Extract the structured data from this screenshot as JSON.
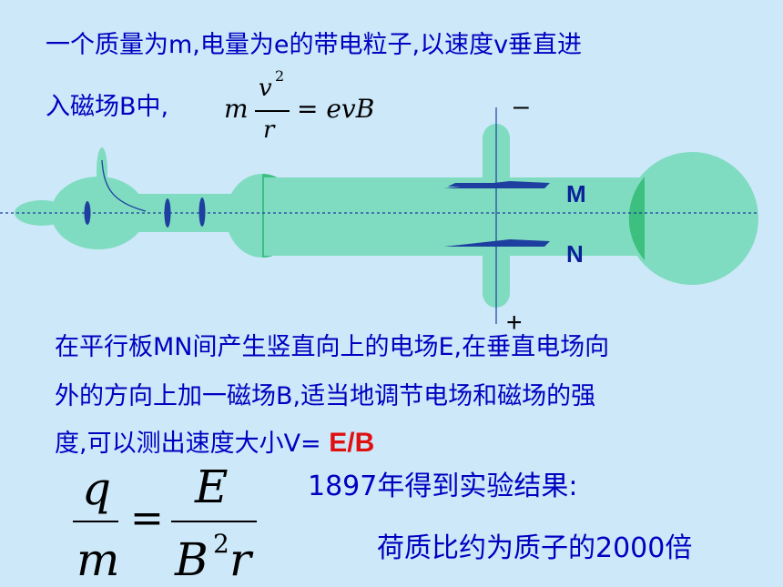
{
  "text": {
    "line1": "一个质量为m,电量为e的带电粒子,以速度v垂直进",
    "line2": "入磁场B中,",
    "para1": "在平行板MN间产生竖直向上的电场E,在垂直电场向",
    "para2": "外的方向上加一磁场B,适当地调节电场和磁场的强",
    "para3_prefix": "度,可以测出速度大小V=",
    "answer": "E/B",
    "result1": "1897年得到实验结果:",
    "result2": "荷质比约为质子的2000倍"
  },
  "formula1": {
    "m": "m",
    "num": "v",
    "exp": "2",
    "den": "r",
    "rhs": "= evB"
  },
  "formula2": {
    "q": "q",
    "m": "m",
    "eq": "=",
    "E": "E",
    "B": "B",
    "exp": "2",
    "r": "r"
  },
  "diagram": {
    "label_M": "M",
    "label_N": "N",
    "minus": "–",
    "plus": "+"
  },
  "colors": {
    "background": "#cce8f9",
    "tube": "#7fdcc0",
    "tube_dark": "#3dbf80",
    "plates": "#1f3fa0",
    "text": "#0000c0",
    "answer": "#e01010"
  }
}
